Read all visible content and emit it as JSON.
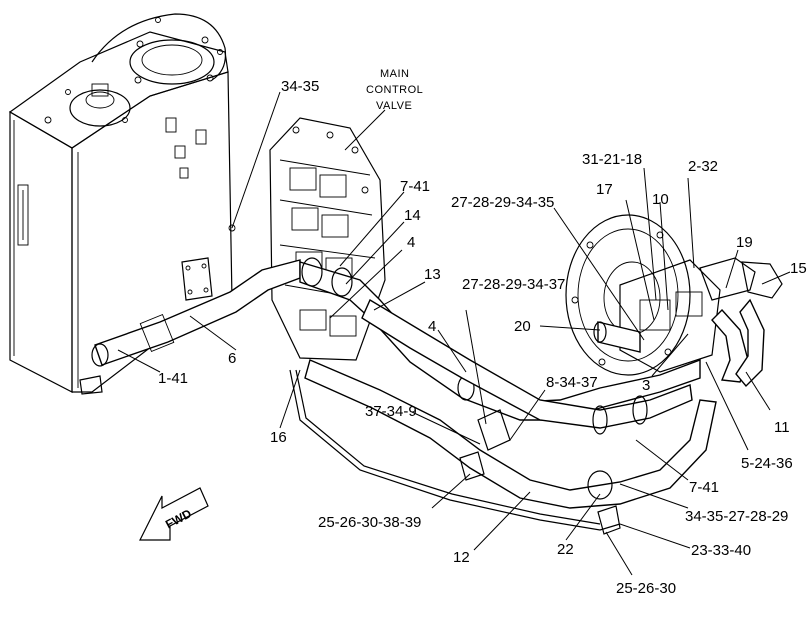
{
  "title_label": [
    "MAIN",
    "CONTROL",
    "VALVE"
  ],
  "direction_label": "FWD",
  "callouts": [
    {
      "id": "c-34-35-top",
      "text": "34-35"
    },
    {
      "id": "c-7-41-top",
      "text": "7-41"
    },
    {
      "id": "c-14",
      "text": "14"
    },
    {
      "id": "c-4-upper",
      "text": "4"
    },
    {
      "id": "c-13",
      "text": "13"
    },
    {
      "id": "c-4-lower",
      "text": "4"
    },
    {
      "id": "c-6",
      "text": "6"
    },
    {
      "id": "c-1-41",
      "text": "1-41"
    },
    {
      "id": "c-16",
      "text": "16"
    },
    {
      "id": "c-37-34-9",
      "text": "37-34-9"
    },
    {
      "id": "c-25-26-30-38-39",
      "text": "25-26-30-38-39"
    },
    {
      "id": "c-12",
      "text": "12"
    },
    {
      "id": "c-22",
      "text": "22"
    },
    {
      "id": "c-25-26-30",
      "text": "25-26-30"
    },
    {
      "id": "c-23-33-40",
      "text": "23-33-40"
    },
    {
      "id": "c-34-35-27-28-29",
      "text": "34-35-27-28-29"
    },
    {
      "id": "c-7-41-low",
      "text": "7-41"
    },
    {
      "id": "c-5-24-36",
      "text": "5-24-36"
    },
    {
      "id": "c-11",
      "text": "11"
    },
    {
      "id": "c-3",
      "text": "3"
    },
    {
      "id": "c-8-34-37",
      "text": "8-34-37"
    },
    {
      "id": "c-27-28-29-34-37",
      "text": "27-28-29-34-37"
    },
    {
      "id": "c-20",
      "text": "20"
    },
    {
      "id": "c-27-28-29-34-35",
      "text": "27-28-29-34-35"
    },
    {
      "id": "c-17",
      "text": "17"
    },
    {
      "id": "c-31-21-18",
      "text": "31-21-18"
    },
    {
      "id": "c-10",
      "text": "10"
    },
    {
      "id": "c-2-32",
      "text": "2-32"
    },
    {
      "id": "c-19",
      "text": "19"
    },
    {
      "id": "c-15",
      "text": "15"
    }
  ]
}
